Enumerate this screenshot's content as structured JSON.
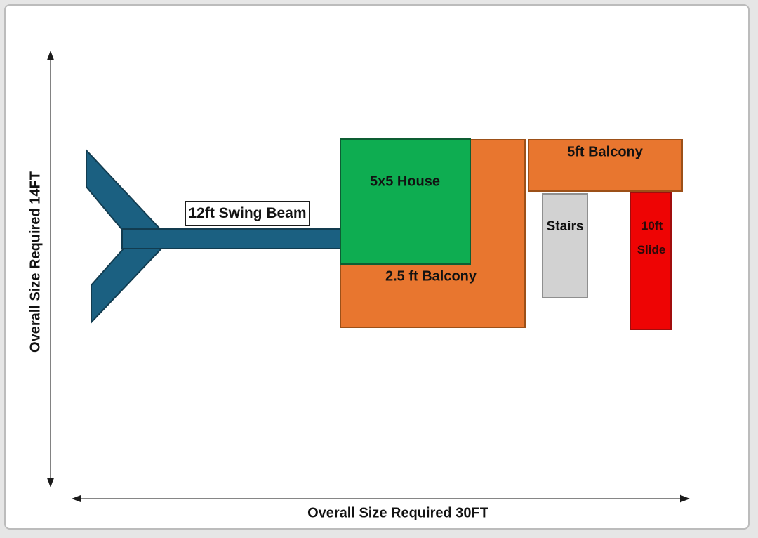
{
  "dimensions": {
    "vertical_label": "Overall Size Required 14FT",
    "horizontal_label": "Overall Size Required 30FT"
  },
  "components": {
    "swing_beam": {
      "label": "12ft Swing Beam",
      "color": "#1b6081"
    },
    "house": {
      "label": "5x5 House",
      "color": "#0ead51"
    },
    "lower_balcony": {
      "label": "2.5 ft Balcony",
      "color": "#e8762f"
    },
    "upper_balcony": {
      "label": "5ft Balcony",
      "color": "#e8762f"
    },
    "stairs": {
      "label": "Stairs",
      "color": "#d2d2d2"
    },
    "slide": {
      "label_line1": "10ft",
      "label_line2": "Slide",
      "color": "#ee0404"
    }
  }
}
